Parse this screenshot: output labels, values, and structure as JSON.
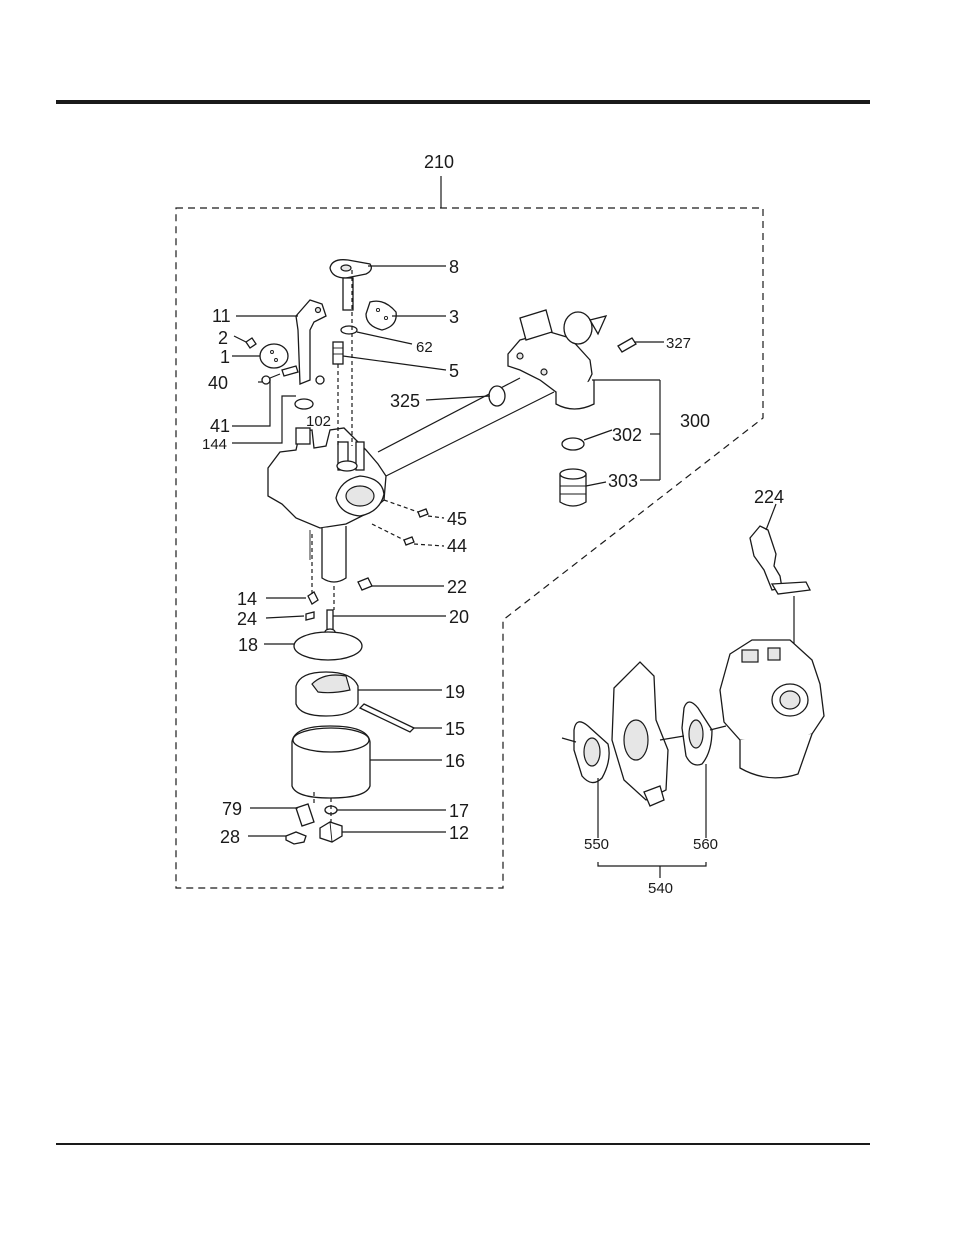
{
  "callouts": {
    "assembly": "210",
    "c8": "8",
    "c3": "3",
    "c62": "62",
    "c5": "5",
    "c11": "11",
    "c2": "2",
    "c1": "1",
    "c40": "40",
    "c41": "41",
    "c102": "102",
    "c144": "144",
    "c325": "325",
    "c327": "327",
    "c300": "300",
    "c302": "302",
    "c303": "303",
    "c45": "45",
    "c44": "44",
    "c22": "22",
    "c14": "14",
    "c24": "24",
    "c20": "20",
    "c18": "18",
    "c19": "19",
    "c15": "15",
    "c16": "16",
    "c79": "79",
    "c17": "17",
    "c28": "28",
    "c12": "12",
    "c224": "224",
    "c550": "550",
    "c560": "560",
    "c540": "540"
  },
  "colors": {
    "ink": "#1a1a1a",
    "paper": "#ffffff",
    "shade": "#e6e6e6"
  }
}
